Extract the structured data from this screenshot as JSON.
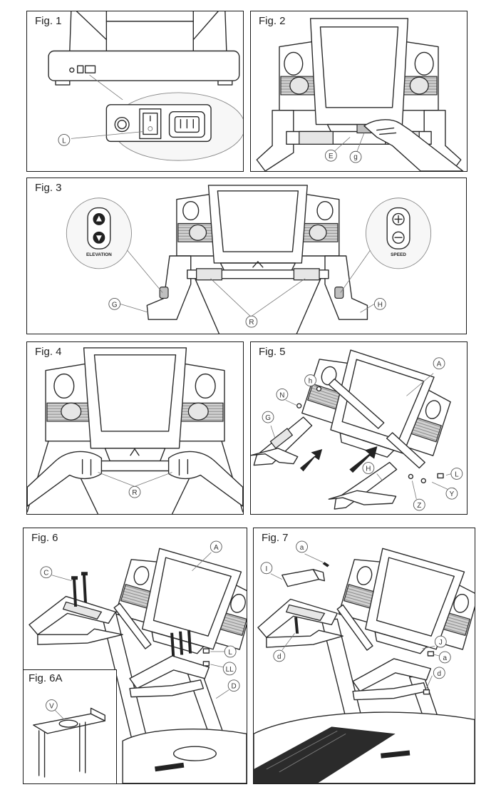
{
  "figures": {
    "fig1": {
      "title": "Fig. 1",
      "labels": {
        "L": "L"
      }
    },
    "fig2": {
      "title": "Fig. 2",
      "labels": {
        "E": "E",
        "g": "g"
      }
    },
    "fig3": {
      "title": "Fig. 3",
      "labels": {
        "G": "G",
        "R": "R",
        "H": "H"
      },
      "elevation_text": "ELEVATION",
      "speed_text": "SPEED"
    },
    "fig4": {
      "title": "Fig. 4",
      "labels": {
        "R": "R"
      }
    },
    "fig5": {
      "title": "Fig. 5",
      "labels": {
        "A": "A",
        "N": "N",
        "h": "h",
        "G": "G",
        "H": "H",
        "L": "L",
        "Y": "Y",
        "Z": "Z"
      }
    },
    "fig6": {
      "title": "Fig. 6",
      "labels": {
        "A": "A",
        "C": "C",
        "L": "L",
        "LL": "LL",
        "D": "D"
      }
    },
    "fig6a": {
      "title": "Fig. 6A",
      "labels": {
        "V": "V"
      }
    },
    "fig7": {
      "title": "Fig. 7",
      "labels": {
        "a1": "a",
        "I": "I",
        "J": "J",
        "a2": "a",
        "d1": "d",
        "d2": "d"
      }
    }
  }
}
